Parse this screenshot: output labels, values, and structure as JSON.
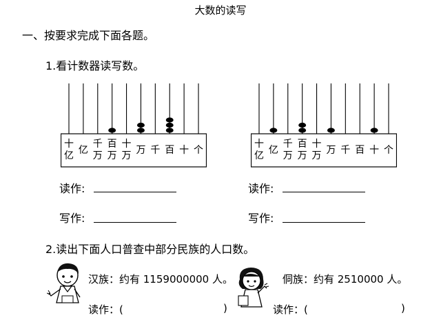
{
  "title": "大数的读写",
  "section": {
    "heading": "一、按要求完成下面各题。"
  },
  "q1": {
    "label": "1.看计数器读写数。",
    "abacus_left": {
      "places": [
        [
          "十",
          "亿"
        ],
        [
          "亿"
        ],
        [
          "千",
          "万"
        ],
        [
          "百",
          "万"
        ],
        [
          "十",
          "万"
        ],
        [
          "万"
        ],
        [
          "千"
        ],
        [
          "百"
        ],
        [
          "十"
        ],
        [
          "个"
        ]
      ],
      "beads": [
        0,
        0,
        0,
        1,
        0,
        2,
        0,
        3,
        0,
        0
      ]
    },
    "abacus_right": {
      "places": [
        [
          "十",
          "亿"
        ],
        [
          "亿"
        ],
        [
          "千",
          "万"
        ],
        [
          "百",
          "万"
        ],
        [
          "十",
          "万"
        ],
        [
          "万"
        ],
        [
          "千"
        ],
        [
          "百"
        ],
        [
          "十"
        ],
        [
          "个"
        ]
      ],
      "beads": [
        0,
        1,
        0,
        2,
        0,
        1,
        0,
        0,
        1,
        0
      ]
    },
    "read_label": "读作:",
    "write_label": "写作:"
  },
  "q2": {
    "label": "2.读出下面人口普查中部分民族的人口数。",
    "han": {
      "text": "汉族：约有 1159000000 人。",
      "read": "读作：(",
      "close": ")"
    },
    "dong": {
      "text": "侗族：约有 2510000 人。",
      "read": "读作：(",
      "close": ")"
    }
  }
}
